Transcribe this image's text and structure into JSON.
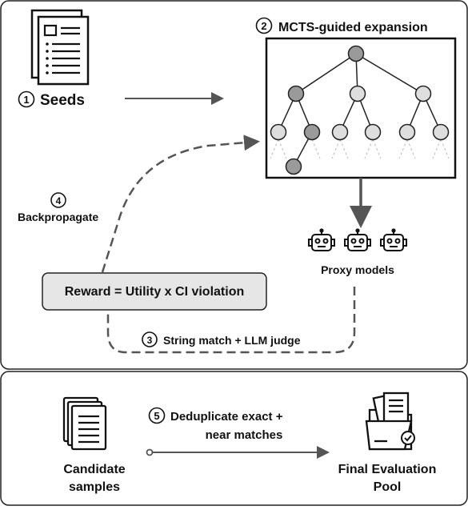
{
  "top_panel": {
    "seeds": {
      "number": "1",
      "label": "Seeds"
    },
    "expansion": {
      "number": "2",
      "label": "MCTS-guided expansion"
    },
    "matching": {
      "number": "3",
      "label": "String match + LLM judge"
    },
    "backprop": {
      "number": "4",
      "label": "Backpropagate"
    },
    "reward": {
      "label": "Reward = Utility x CI violation"
    },
    "proxy": {
      "label": "Proxy models"
    }
  },
  "bottom_panel": {
    "dedup": {
      "number": "5",
      "line1": "Deduplicate exact +",
      "line2": "near matches"
    },
    "candidate": {
      "line1": "Candidate",
      "line2": "samples"
    },
    "final_pool": {
      "line1": "Final Evaluation",
      "line2": "Pool"
    }
  },
  "colors": {
    "node_dark": "#9a9a9a",
    "node_light": "#dedede",
    "reward_fill": "#e6e6e6",
    "stroke": "#222222",
    "arrow": "#555555"
  },
  "icons": [
    "document-icon",
    "tree-icon",
    "robot-icon",
    "document-stack-icon",
    "folder-icon",
    "check-icon"
  ]
}
